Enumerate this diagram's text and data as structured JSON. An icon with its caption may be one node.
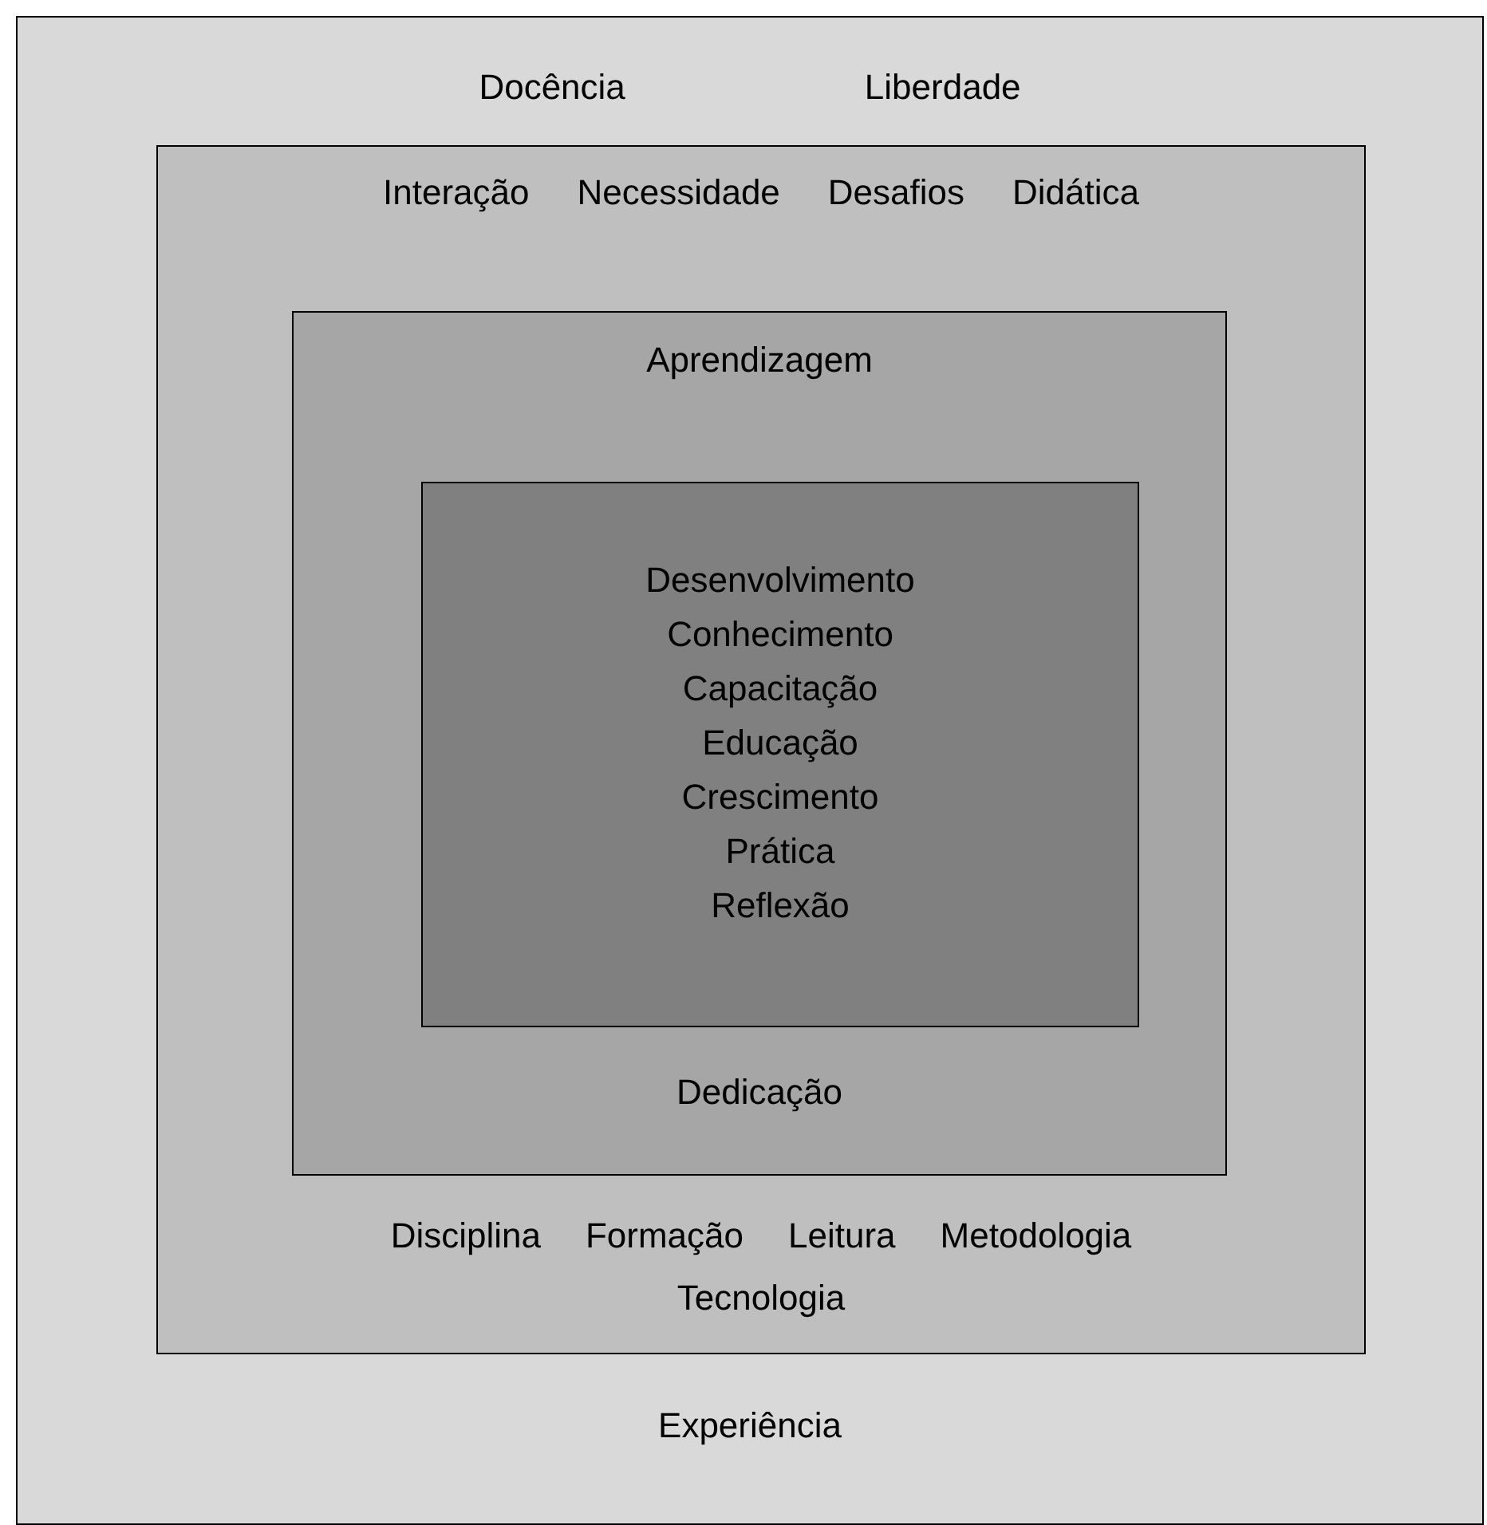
{
  "diagram": {
    "nodes": [
      {
        "text": [
          "Docência",
          "Liberdade",
          "Experiência"
        ]
      },
      {
        "text": [
          "Interação",
          "Necessidade",
          "Desafios",
          "Didática",
          "Disciplina",
          "Formação",
          "Leitura",
          "Metodologia",
          "Tecnologia"
        ],
        "in": 0
      },
      {
        "text": [
          "Aprendizagem",
          "Dedicação"
        ],
        "in": 1
      },
      {
        "text": [
          "Desenvolvimento",
          "Conhecimento",
          "Capacitação",
          "Educação",
          "Crescimento",
          "Prática",
          "Reflexão"
        ],
        "in": 2
      }
    ]
  }
}
